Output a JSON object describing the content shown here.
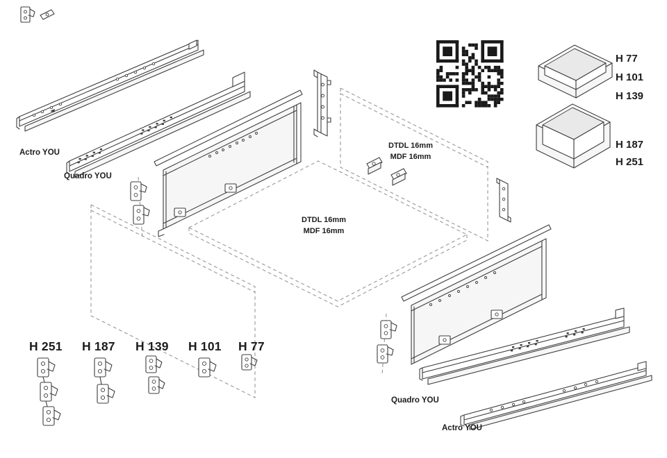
{
  "page": {
    "background": "#ffffff"
  },
  "diagram": {
    "type": "exploded-assembly-drawing",
    "labels": {
      "rail_top_outer": "Actro YOU",
      "rail_top_inner": "Quadro YOU",
      "back_panel_material_1": "DTDL 16mm",
      "back_panel_material_2": "MDF 16mm",
      "bottom_panel_material_1": "DTDL 16mm",
      "bottom_panel_material_2": "MDF 16mm",
      "rail_bottom_inner": "Quadro YOU",
      "rail_bottom_outer": "Actro YOU"
    },
    "drawer_box_heights": {
      "shallow": [
        "H 77",
        "H 101",
        "H 139"
      ],
      "deep": [
        "H 187",
        "H 251"
      ]
    },
    "front_bracket_heights": [
      "H 251",
      "H 187",
      "H 139",
      "H 101",
      "H 77"
    ],
    "colors": {
      "line": "#3d3d3d",
      "dashed": "#979797",
      "panel_fill": "#f6f6f6",
      "qr": "#1a1a1a"
    }
  }
}
